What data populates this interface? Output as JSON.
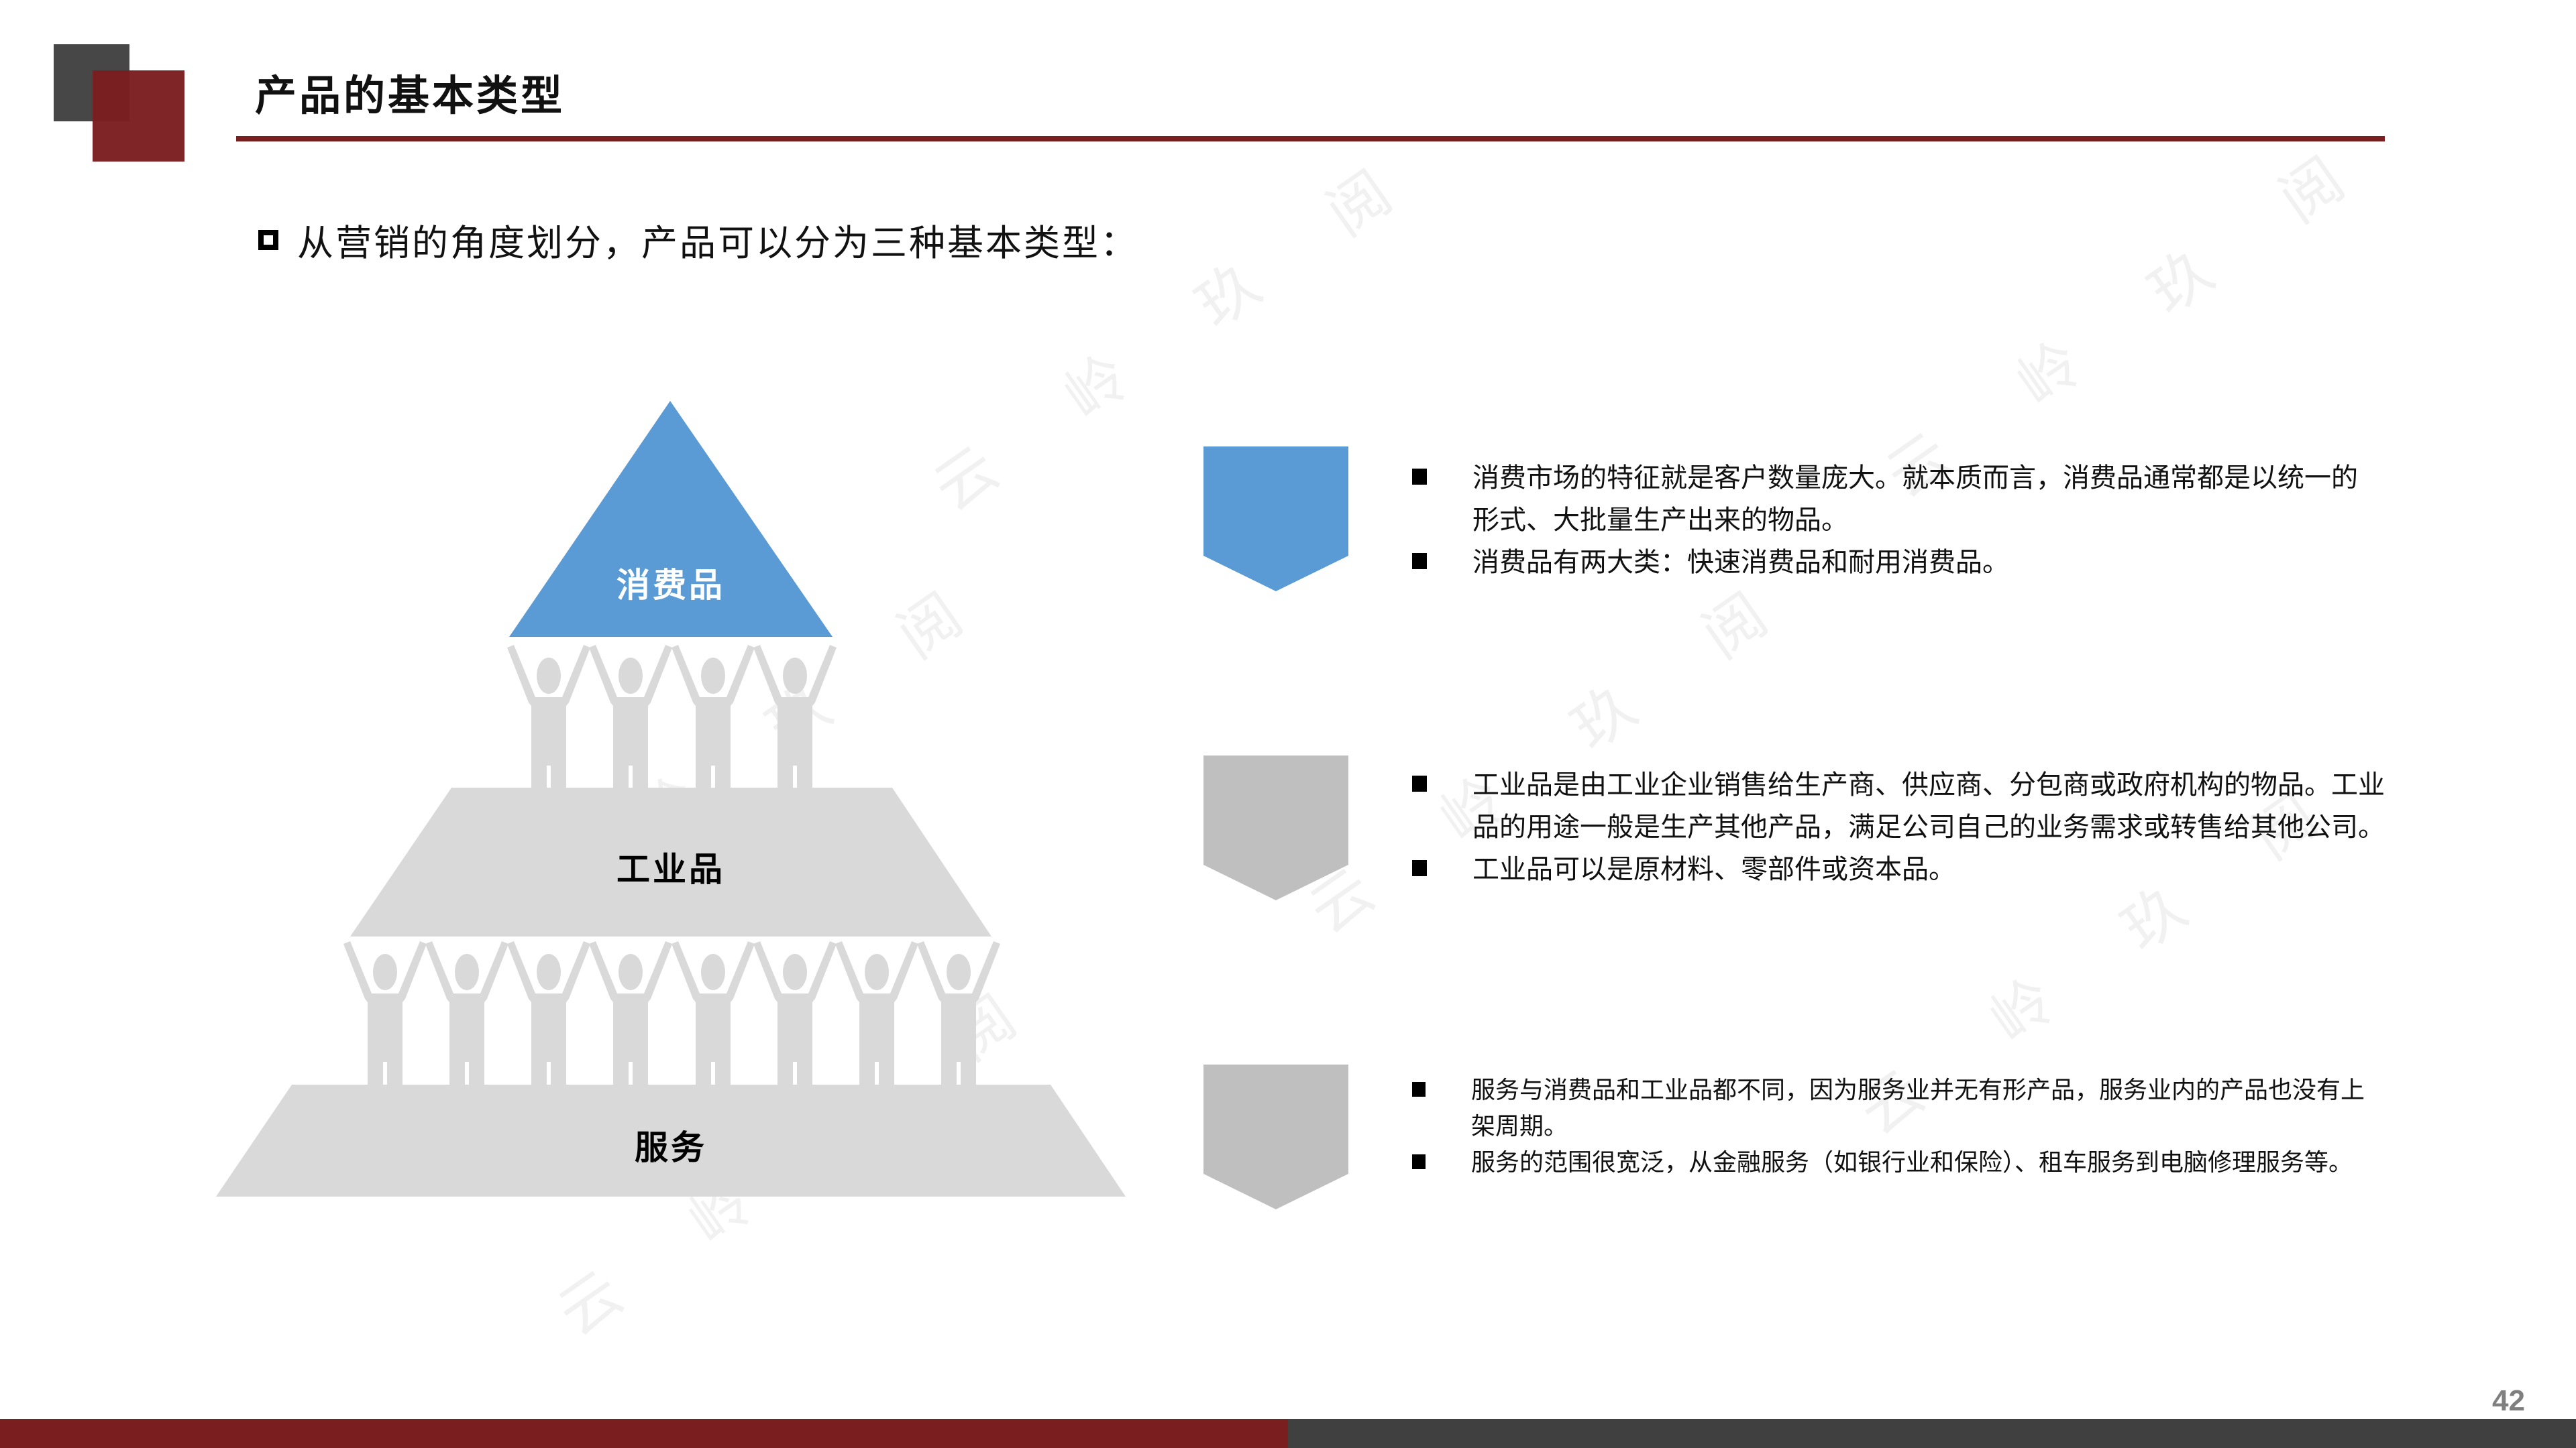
{
  "header": {
    "title": "产品的基本类型",
    "accent_color": "#7b1e20",
    "secondary_color": "#474747"
  },
  "intro": {
    "bullet_icon": "hollow-square-icon",
    "text": "从营销的角度划分，产品可以分为三种基本类型："
  },
  "pyramid": {
    "levels": [
      {
        "label": "消费品",
        "color": "#5b9bd5",
        "text_color": "#ffffff",
        "supporters": 4
      },
      {
        "label": "工业品",
        "color": "#d9d9d9",
        "text_color": "#000000",
        "supporters": 8
      },
      {
        "label": "服务",
        "color": "#d9d9d9",
        "text_color": "#000000"
      }
    ],
    "figure_color": "#d9d9d9"
  },
  "descriptions": [
    {
      "marker_color": "#5b9bd5",
      "bullets": [
        "消费市场的特征就是客户数量庞大。就本质而言，消费品通常都是以统一的形式、大批量生产出来的物品。",
        "消费品有两大类：快速消费品和耐用消费品。"
      ]
    },
    {
      "marker_color": "#bfbfbf",
      "bullets": [
        "工业品是由工业企业销售给生产商、供应商、分包商或政府机构的物品。工业品的用途一般是生产其他产品，满足公司自己的业务需求或转售给其他公司。",
        "工业品可以是原材料、零部件或资本品。"
      ]
    },
    {
      "marker_color": "#bfbfbf",
      "bullets": [
        "服务与消费品和工业品都不同，因为服务业并无有形产品，服务业内的产品也没有上架周期。",
        "服务的范围很宽泛，从金融服务（如银行业和保险）、租车服务到电脑修理服务等。"
      ]
    }
  ],
  "watermark": "云 岭 玖 阅",
  "footer": {
    "page_number": "42"
  }
}
